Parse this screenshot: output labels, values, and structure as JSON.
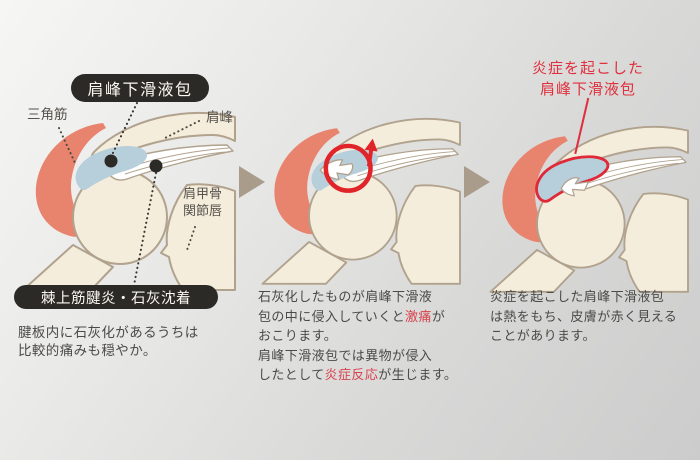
{
  "colors": {
    "background_start": "#f6f6f5",
    "background_end": "#cccccc",
    "deltoid_muscle": "#e8836e",
    "bone_fill": "#f4eddc",
    "bone_outline": "#b1a28d",
    "bursa_fill": "#b7cedb",
    "callout_bg": "#2c2a27",
    "callout_text": "#faf8f0",
    "body_text": "#4b4a47",
    "anatomy_label_text": "#56524c",
    "red_accent": "#e02429",
    "red_text": "#d8424d",
    "step_arrow": "#a99c8a"
  },
  "icons": {
    "step_arrow": "triangle-right",
    "marker": "black-dot",
    "highlight": "red-circle",
    "intrusion": "red-up-arrow"
  },
  "panel1": {
    "callout_top": "肩峰下滑液包",
    "label_deltoid": "三角筋",
    "label_acromion": "肩峰",
    "label_glenoid_line1": "肩甲骨",
    "label_glenoid_line2": "関節唇",
    "callout_bottom": "棘上筋腱炎・石灰沈着",
    "caption_segments": [
      {
        "text": "腱板内に石灰化があるうちは"
      },
      {
        "br": true
      },
      {
        "text": "比較的痛みも穏やか。"
      }
    ]
  },
  "panel2": {
    "description_segments": [
      {
        "text": "石灰化したものが肩峰下滑液"
      },
      {
        "br": true
      },
      {
        "text": "包の中に侵入していくと"
      },
      {
        "text": "激痛",
        "red": true
      },
      {
        "text": "が"
      },
      {
        "br": true
      },
      {
        "text": "おこります。"
      },
      {
        "br": true
      },
      {
        "text": "肩峰下滑液包では異物が侵入"
      },
      {
        "br": true
      },
      {
        "text": "したとして"
      },
      {
        "text": "炎症反応",
        "red": true
      },
      {
        "text": "が生じます。"
      }
    ]
  },
  "panel3": {
    "label_line1": "炎症を起こした",
    "label_line2": "肩峰下滑液包",
    "description_segments": [
      {
        "text": "炎症を起こした肩峰下滑液包"
      },
      {
        "br": true
      },
      {
        "text": "は熱をもち、皮膚が赤く見える"
      },
      {
        "br": true
      },
      {
        "text": "ことがあります。"
      }
    ]
  }
}
